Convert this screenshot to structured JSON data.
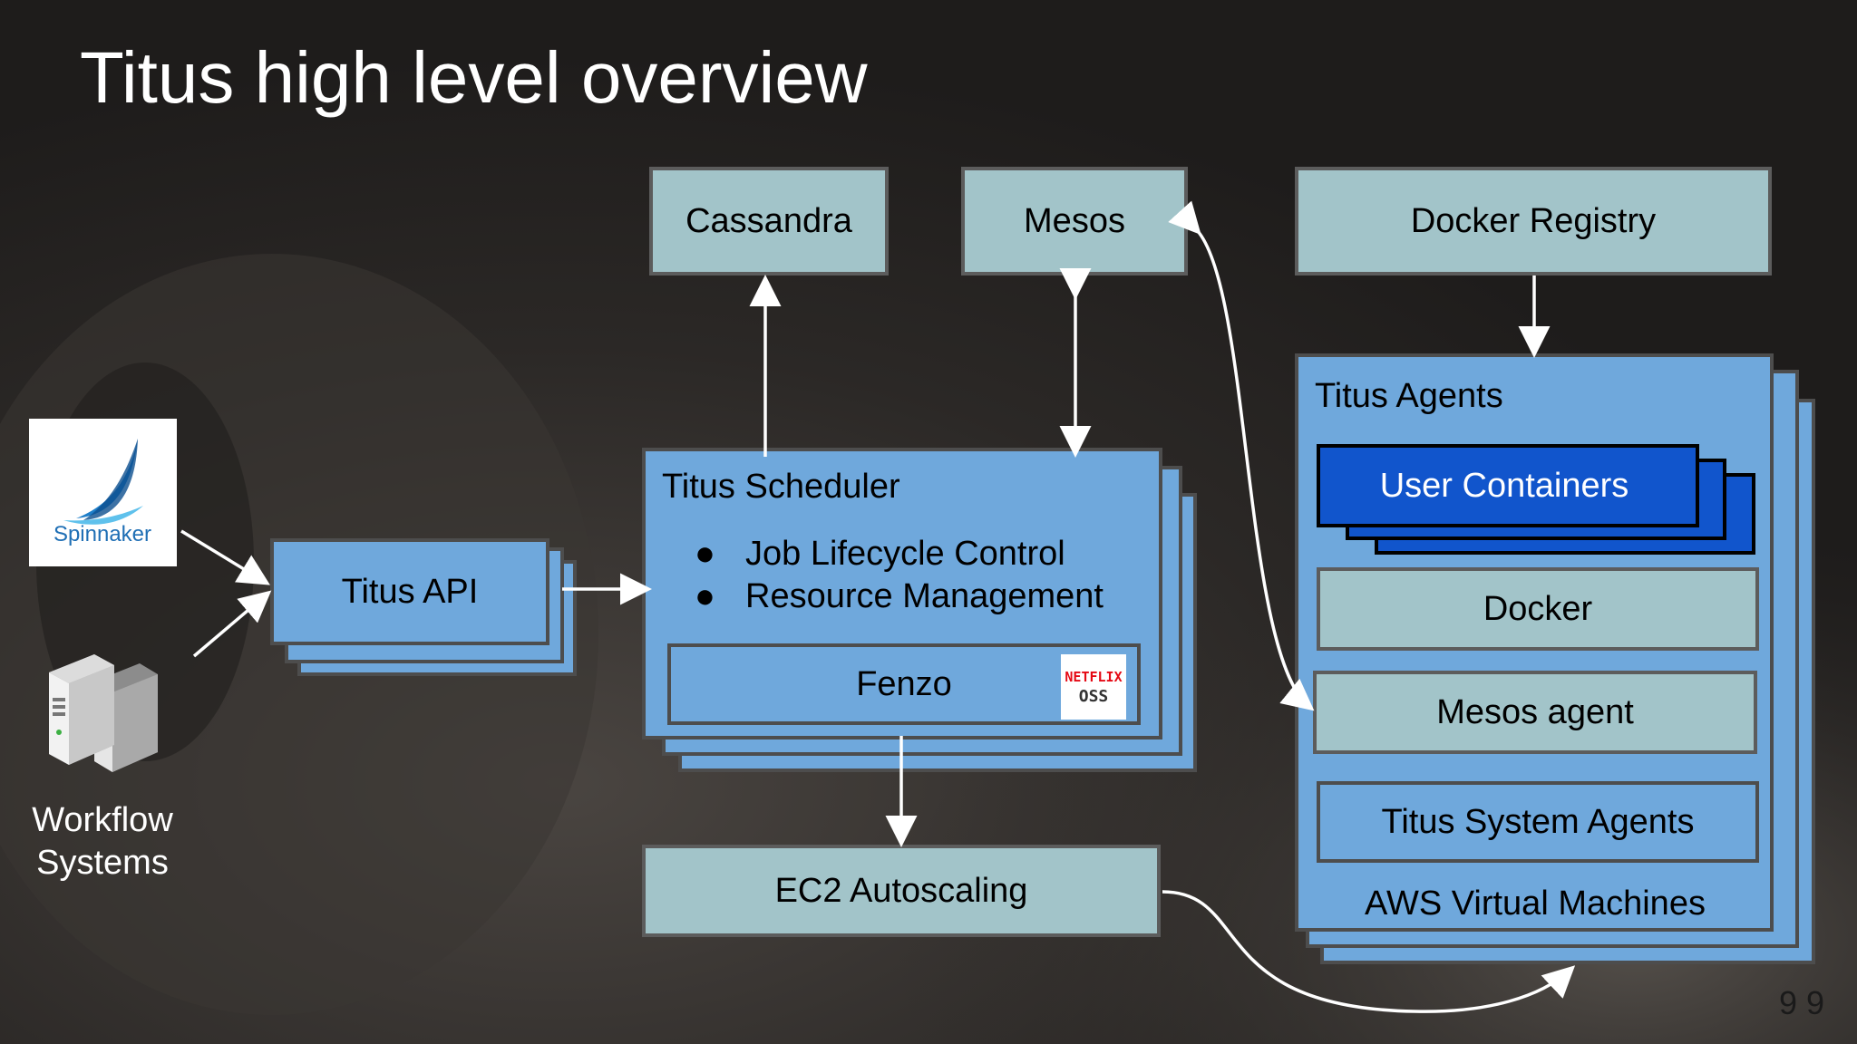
{
  "title": "Titus high level overview",
  "sources": {
    "spinnaker_logo_text": "Spinnaker",
    "workflow_label_line1": "Workflow",
    "workflow_label_line2": "Systems"
  },
  "titus_api": {
    "label": "Titus API"
  },
  "cassandra": {
    "label": "Cassandra"
  },
  "mesos": {
    "label": "Mesos"
  },
  "docker_registry": {
    "label": "Docker Registry"
  },
  "scheduler": {
    "title": "Titus Scheduler",
    "bullets": [
      "Job Lifecycle Control",
      "Resource Management"
    ],
    "bullet_glyph": "●",
    "fenzo_label": "Fenzo",
    "netflix_oss_logo": [
      "NETFLIX",
      "OSS"
    ]
  },
  "ec2_autoscaling": {
    "label": "EC2 Autoscaling"
  },
  "agents": {
    "title": "Titus Agents",
    "user_containers": "User Containers",
    "docker": "Docker",
    "mesos_agent": "Mesos agent",
    "titus_system_agents": "Titus System Agents",
    "aws_vms": "AWS Virtual Machines"
  },
  "page_number": "9 9",
  "colors": {
    "teal_box": "#a2c4c9",
    "blue_box": "#6fa8dc",
    "navy_box": "#1155cc",
    "arrow": "#ffffff",
    "background": "#262321"
  }
}
